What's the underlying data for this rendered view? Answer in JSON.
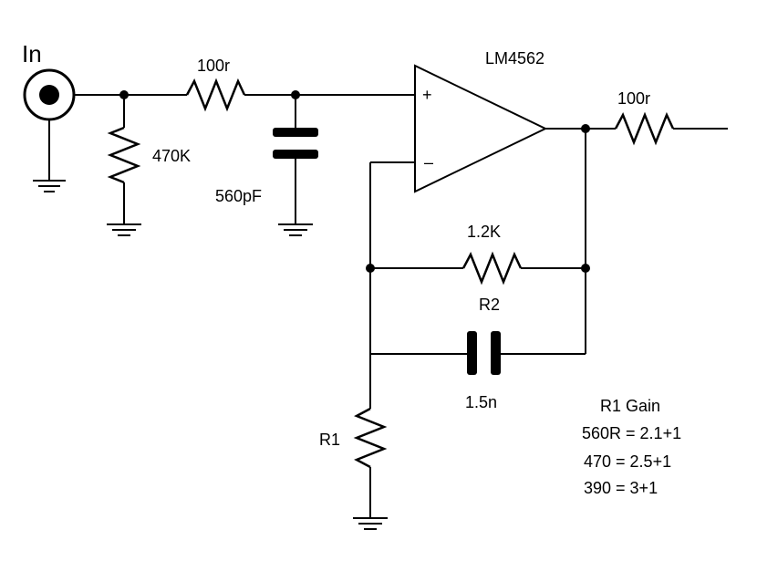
{
  "input": {
    "label": "In"
  },
  "opamp": {
    "label": "LM4562",
    "plus": "+",
    "minus": "–"
  },
  "components": {
    "r_in": "100r",
    "r_bias": "470K",
    "c_in": "560pF",
    "r_out": "100r",
    "r2_value": "1.2K",
    "r2_name": "R2",
    "c_fb": "1.5n",
    "r1_name": "R1"
  },
  "gain_table": {
    "title": "R1 Gain",
    "rows": [
      "560R = 2.1+1",
      "470 = 2.5+1",
      "390 = 3+1"
    ]
  },
  "icons": [
    "ground-icon",
    "resistor-icon",
    "capacitor-icon",
    "opamp-icon",
    "input-jack-icon"
  ]
}
